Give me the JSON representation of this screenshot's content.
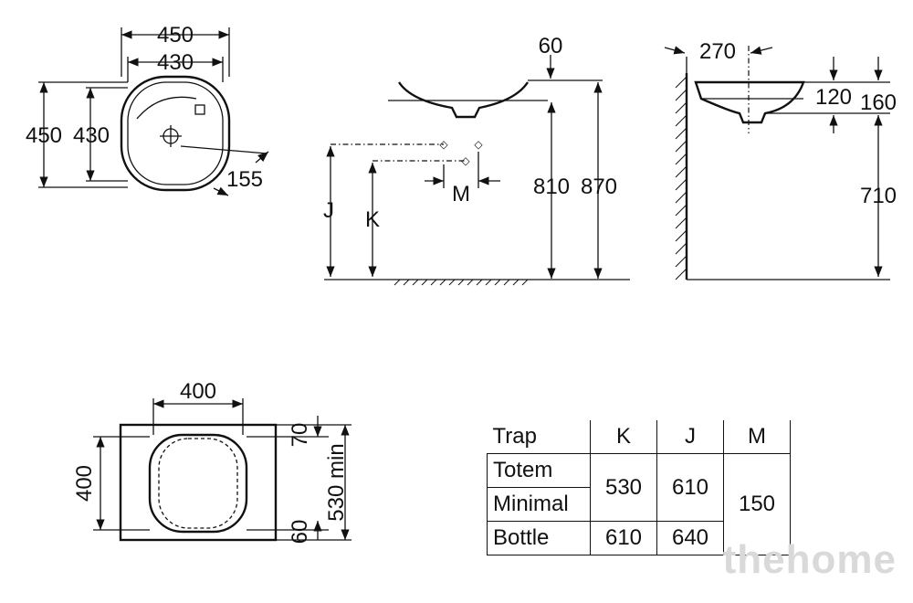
{
  "dimensions": {
    "top_width_outer": "450",
    "top_width_inner": "430",
    "top_depth_outer": "450",
    "top_depth_inner": "430",
    "drain_offset": "155",
    "rim_overhang": "60",
    "height_870": "870",
    "height_810": "810",
    "label_j": "J",
    "label_k": "K",
    "label_m": "M",
    "wall_distance": "270",
    "rim_120": "120",
    "rim_160": "160",
    "height_710": "710",
    "cutout_width": "400",
    "cutout_depth": "400",
    "margin_top": "70",
    "margin_bottom": "60",
    "counter_depth": "530 min"
  },
  "table": {
    "headers": [
      "Trap",
      "K",
      "J",
      "M"
    ],
    "rows": [
      {
        "trap": "Totem",
        "k": "530",
        "j": "610"
      },
      {
        "trap": "Minimal"
      },
      {
        "trap": "Bottle",
        "k": "610",
        "j": "640"
      }
    ],
    "merged_k_totem_minimal": "530",
    "merged_j_totem_minimal": "610",
    "merged_m": "150"
  },
  "watermark": "thehome"
}
